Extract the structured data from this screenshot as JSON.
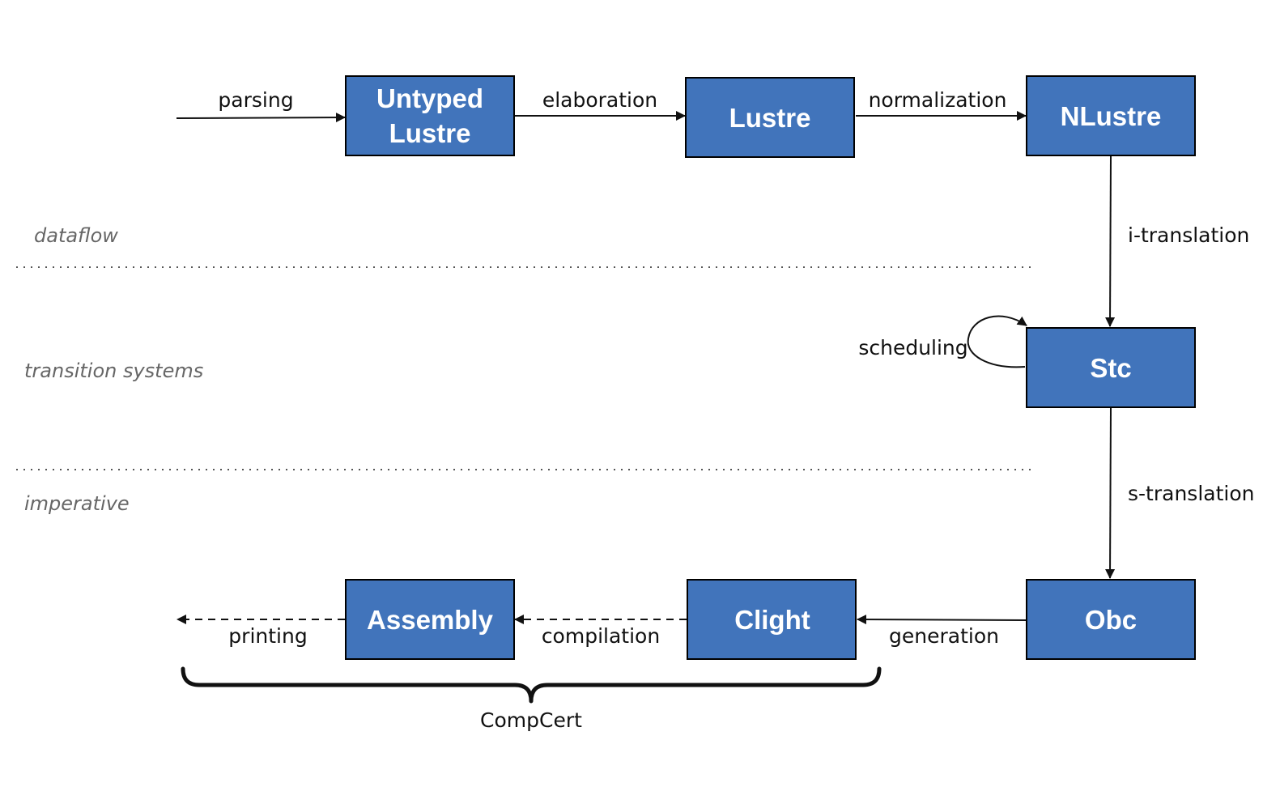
{
  "diagram": {
    "nodes": {
      "untyped_lustre": [
        "Untyped",
        "Lustre"
      ],
      "lustre": "Lustre",
      "nlustre": "NLustre",
      "stc": "Stc",
      "obc": "Obc",
      "clight": "Clight",
      "assembly": "Assembly"
    },
    "edges": {
      "parsing": "parsing",
      "elaboration": "elaboration",
      "normalization": "normalization",
      "i_translation": "i-translation",
      "scheduling": "scheduling",
      "s_translation": "s-translation",
      "generation": "generation",
      "compilation": "compilation",
      "printing": "printing"
    },
    "layers": {
      "dataflow": "dataflow",
      "transition_systems": "transition systems",
      "imperative": "imperative"
    },
    "group": {
      "compcert": "CompCert"
    }
  },
  "colors": {
    "node_fill": "#4174bb",
    "node_text": "#ffffff",
    "edge": "#111111",
    "layer_text": "#666666"
  }
}
